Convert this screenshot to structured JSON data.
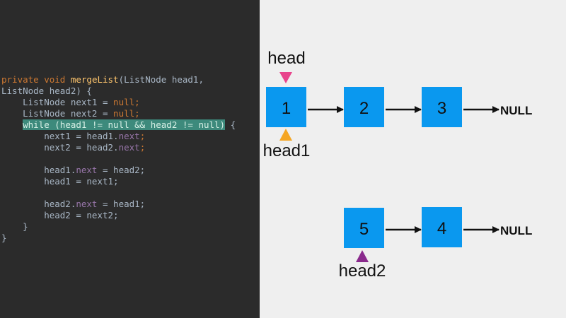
{
  "code": {
    "lines": [
      [
        {
          "t": "private void ",
          "c": "kw"
        },
        {
          "t": "mergeList",
          "c": "fn"
        },
        {
          "t": "(ListNode head1,",
          "c": "plain"
        }
      ],
      [
        {
          "t": "ListNode head2) {",
          "c": "plain"
        }
      ],
      [
        {
          "t": "    ListNode next1 = ",
          "c": "plain"
        },
        {
          "t": "null",
          "c": "kw"
        },
        {
          "t": ";",
          "c": "kw"
        }
      ],
      [
        {
          "t": "    ListNode next2 = ",
          "c": "plain"
        },
        {
          "t": "null",
          "c": "kw"
        },
        {
          "t": ";",
          "c": "kw"
        }
      ],
      [
        {
          "t": "    ",
          "c": "plain"
        },
        {
          "t": "while (head1 != null && head2 != null)",
          "c": "hl"
        },
        {
          "t": " {",
          "c": "plain"
        }
      ],
      [
        {
          "t": "        next1 = head1.",
          "c": "plain"
        },
        {
          "t": "next",
          "c": "fld"
        },
        {
          "t": ";",
          "c": "kw"
        }
      ],
      [
        {
          "t": "        next2 = head2.",
          "c": "plain"
        },
        {
          "t": "next",
          "c": "fld"
        },
        {
          "t": ";",
          "c": "kw"
        }
      ],
      [
        {
          "t": "",
          "c": "plain"
        }
      ],
      [
        {
          "t": "        head1.",
          "c": "plain"
        },
        {
          "t": "next",
          "c": "fld"
        },
        {
          "t": " = head2;",
          "c": "plain"
        }
      ],
      [
        {
          "t": "        head1 = next1;",
          "c": "plain"
        }
      ],
      [
        {
          "t": "",
          "c": "plain"
        }
      ],
      [
        {
          "t": "        head2.",
          "c": "plain"
        },
        {
          "t": "next",
          "c": "fld"
        },
        {
          "t": " = head1;",
          "c": "plain"
        }
      ],
      [
        {
          "t": "        head2 = next2;",
          "c": "plain"
        }
      ],
      [
        {
          "t": "    }",
          "c": "plain"
        }
      ],
      [
        {
          "t": "}",
          "c": "plain"
        }
      ]
    ],
    "highlighted_line": 4
  },
  "diagram": {
    "colors": {
      "node_fill": "#0a98ef",
      "node_stroke": "#0878c8",
      "arrow": "#111111",
      "head_pointer": "#e8448c",
      "head1_pointer": "#f5a623",
      "head2_pointer": "#8a2a8c"
    },
    "list1": {
      "nodes": [
        "1",
        "2",
        "3"
      ],
      "terminator": "NULL"
    },
    "list2": {
      "nodes": [
        "5",
        "4"
      ],
      "terminator": "NULL"
    },
    "pointers": {
      "head": "head",
      "head1": "head1",
      "head2": "head2"
    }
  }
}
